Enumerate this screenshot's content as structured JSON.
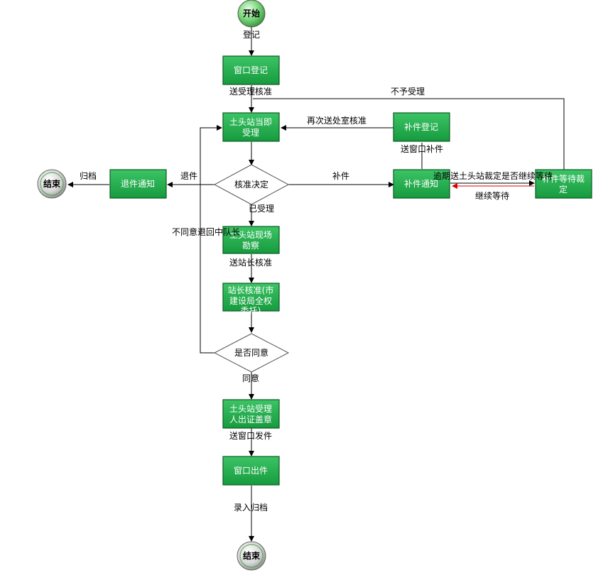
{
  "nodes": {
    "start": {
      "label": "开始"
    },
    "end_left": {
      "label": "结束"
    },
    "end_bottom": {
      "label": "结束"
    },
    "window_register": {
      "label": "窗口登记"
    },
    "station_accept": {
      "line1": "土头站当即",
      "line2": "受理"
    },
    "supplement_register": {
      "label": "补件登记"
    },
    "approve_decision": {
      "label": "核准决定"
    },
    "return_notice": {
      "label": "退件通知"
    },
    "supplement_notice": {
      "label": "补件通知"
    },
    "supplement_wait": {
      "line1": "补件等待裁",
      "line2": "定"
    },
    "site_survey": {
      "line1": "土头站现场",
      "line2": "勘察"
    },
    "chief_approve": {
      "line1": "站长核准(市",
      "line2": "建设局全权",
      "line3": "委托)"
    },
    "agree_decision": {
      "label": "是否同意"
    },
    "certificate": {
      "line1": "土头站受理",
      "line2": "人出证盖章"
    },
    "window_issue": {
      "label": "窗口出件"
    }
  },
  "edges": {
    "register": "登记",
    "send_accept_approve": "送受理核准",
    "not_accept": "不予受理",
    "resend_approve": "再次送处室核准",
    "send_window_supplement": "送窗口补件",
    "supplement": "补件",
    "overdue": "逾期送土头站裁定是否继续等待",
    "continue_wait": "继续等待",
    "return": "退件",
    "archive": "归档",
    "accepted": "已受理",
    "disagree_return": "不同意退回中队长",
    "send_chief": "送站长核准",
    "agree": "同意",
    "send_window_issue": "送窗口发件",
    "record_archive": "录入归档"
  },
  "colors": {
    "box_fill": "#1fa84a",
    "box_border": "#0b5a22",
    "arrow": "#000000",
    "red_arrow": "#dd0000"
  }
}
